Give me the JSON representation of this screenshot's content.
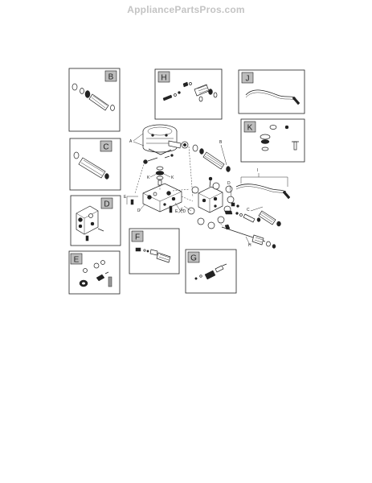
{
  "watermark": "AppliancePartsPros.com",
  "boxes": [
    {
      "id": "B",
      "label": "B"
    },
    {
      "id": "H",
      "label": "H"
    },
    {
      "id": "J",
      "label": "J"
    },
    {
      "id": "C",
      "label": "C"
    },
    {
      "id": "K",
      "label": "K"
    },
    {
      "id": "D",
      "label": "D"
    },
    {
      "id": "E",
      "label": "E"
    },
    {
      "id": "F",
      "label": "F"
    },
    {
      "id": "G",
      "label": "G"
    }
  ],
  "callouts": {
    "a": "A",
    "b": "B",
    "k1": "K",
    "k2": "K",
    "d1": "D",
    "d2": "D",
    "e1": "E",
    "e2": "E",
    "exd": "E,X,D",
    "c": "C",
    "h": "H",
    "i": "I"
  }
}
